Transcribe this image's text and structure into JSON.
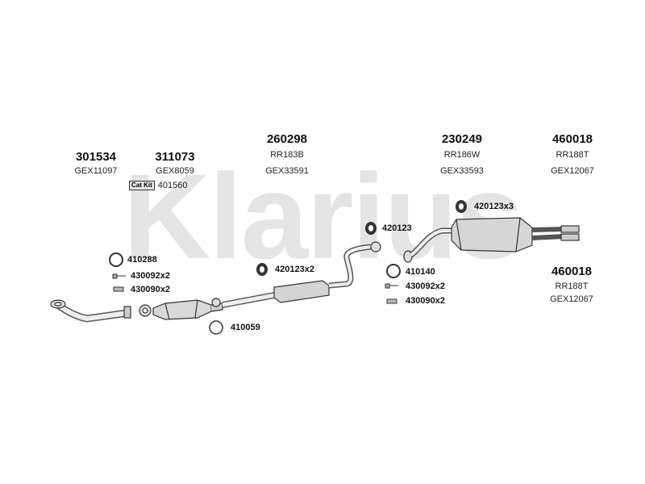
{
  "watermark": "Klarius",
  "parts_top": [
    {
      "number": "301534",
      "sub": "GEX11097"
    },
    {
      "number": "311073",
      "sub": "GEX8059"
    },
    {
      "number": "260298",
      "ref": "RR183B",
      "sub": "GEX33591"
    },
    {
      "number": "230249",
      "ref": "RR186W",
      "sub": "GEX33593"
    },
    {
      "number": "460018",
      "ref": "RR188T",
      "sub": "GEX12067"
    }
  ],
  "cat_kit": {
    "tag": "Cat Kit",
    "number": "401560"
  },
  "fittings": {
    "clamp_410288": "410288",
    "bolt_430092_left": "430092x2",
    "nut_430090_left": "430090x2",
    "gasket_410059": "410059",
    "mount_420123x2": "420123x2",
    "mount_420123": "420123",
    "mount_420123x3": "420123x3",
    "ring_410140": "410140",
    "bolt_430092_right": "430092x2",
    "nut_430090_right": "430090x2"
  },
  "part_rear": {
    "number": "460018",
    "ref": "RR188T",
    "sub": "GEX12067"
  }
}
